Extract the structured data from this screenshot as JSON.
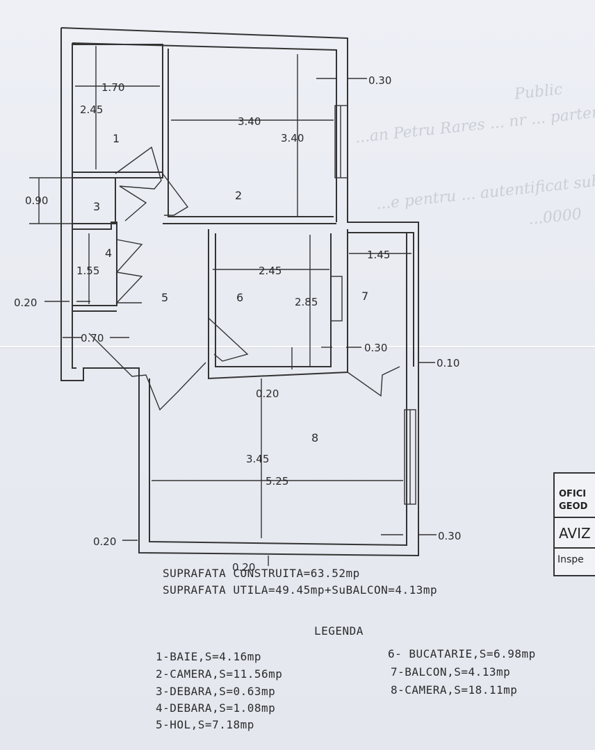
{
  "rooms": [
    {
      "id": "1",
      "name": "BAIE",
      "area": "4.16mp"
    },
    {
      "id": "2",
      "name": "CAMERA",
      "area": "11.56mp"
    },
    {
      "id": "3",
      "name": "DEBARA",
      "area": "0.63mp"
    },
    {
      "id": "4",
      "name": "DEBARA",
      "area": "1.08mp"
    },
    {
      "id": "5",
      "name": "HOL",
      "area": "7.18mp"
    },
    {
      "id": "6",
      "name": "BUCATARIE",
      "area": "6.98mp"
    },
    {
      "id": "7",
      "name": "BALCON",
      "area": "4.13mp"
    },
    {
      "id": "8",
      "name": "CAMERA",
      "area": "18.11mp"
    }
  ],
  "dimensions": {
    "d1_w": "1.70",
    "d1_h": "2.45",
    "d2_w": "3.40",
    "d2_h": "3.40",
    "d3_h": "0.90",
    "d4_h": "1.55",
    "d6_w": "2.45",
    "d6_h": "2.85",
    "d7_w": "1.45",
    "d8_h": "3.45",
    "d8_w": "5.25",
    "wall_top_right": "0.30",
    "wall_left_mid": "0.20",
    "door_070": "0.70",
    "wall_balcony": "0.30",
    "wall_right_mid": "0.10",
    "wall_mid_020": "0.20",
    "wall_left_bottom": "0.20",
    "wall_right_bottom": "0.30",
    "wall_bottom": "0.20"
  },
  "summary": {
    "built_area": "SUPRAFATA CONSTRUITA=63.52mp",
    "useful_area": "SUPRAFATA UTILA=49.45mp+SuBALCON=4.13mp",
    "legend_title": "LEGENDA"
  },
  "legend": {
    "col1": [
      "1-BAIE,S=4.16mp",
      "2-CAMERA,S=11.56mp",
      "3-DEBARA,S=0.63mp",
      "4-DEBARA,S=1.08mp",
      "5-HOL,S=7.18mp"
    ],
    "col2": [
      "6- BUCATARIE,S=6.98mp",
      "7-BALCON,S=4.13mp",
      "8-CAMERA,S=18.11mp"
    ]
  },
  "stamp": {
    "line1": "OFICI",
    "line2": "GEOD",
    "line3": "AVIZ",
    "line4": "Inspe"
  },
  "bleed": {
    "line1": "Public",
    "line2": "...an Petru Rares ... nr ... parter",
    "line3": "...e pentru ... autentificat sub nr ...",
    "line4": "...0000"
  }
}
